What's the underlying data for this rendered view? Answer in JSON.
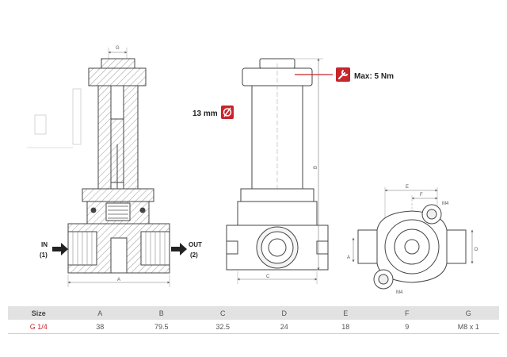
{
  "callouts": {
    "torque": "Max: 5 Nm",
    "diameter": "13 mm",
    "inlet_label": "IN",
    "inlet_port": "(1)",
    "outlet_label": "OUT",
    "outlet_port": "(2)"
  },
  "dimension_letters": {
    "g_top": "G",
    "a_bottom": "A",
    "c_front": "C",
    "b_height": "B",
    "e_top": "E",
    "f_top": "F",
    "a_side": "A",
    "d_side": "D",
    "m4_top": "M4",
    "m4_bottom": "M4"
  },
  "colors": {
    "accent": "#c8242b",
    "line": "#444444",
    "table_header_bg": "#e2e2e2"
  },
  "icons": [
    "wrench-icon",
    "diameter-icon",
    "arrow-right-icon"
  ],
  "table": {
    "headers": [
      "Size",
      "A",
      "B",
      "C",
      "D",
      "E",
      "F",
      "G"
    ],
    "rows": [
      [
        "G 1/4",
        "38",
        "79.5",
        "32.5",
        "24",
        "18",
        "9",
        "M8 x 1"
      ]
    ]
  }
}
